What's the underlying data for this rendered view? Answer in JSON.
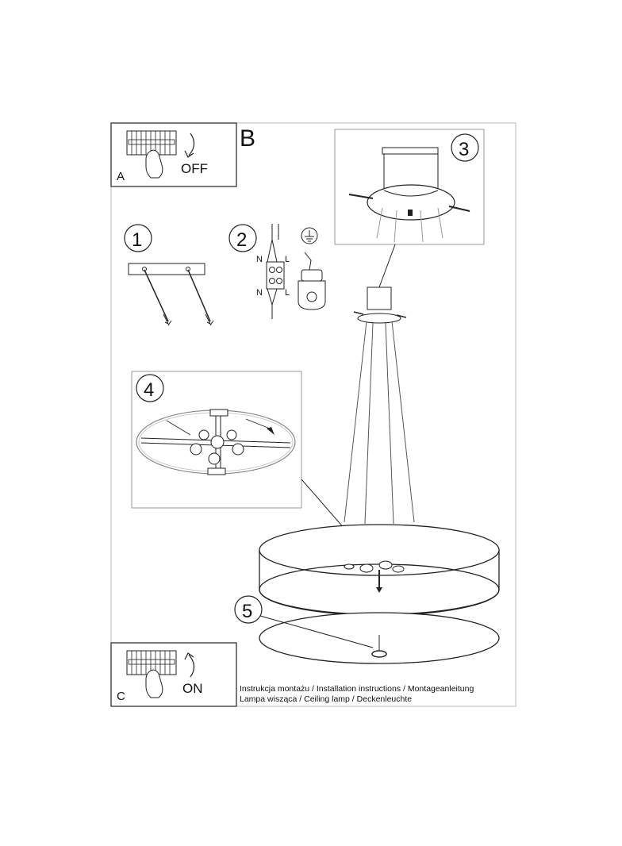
{
  "panels": {
    "a": {
      "letter": "A",
      "action": "OFF"
    },
    "b": {
      "letter": "B"
    },
    "c": {
      "letter": "C",
      "action": "ON"
    }
  },
  "steps": [
    "1",
    "2",
    "3",
    "4",
    "5"
  ],
  "terminal_labels": {
    "neutral": "N",
    "live": "L"
  },
  "footer": {
    "line1": "Instrukcja montażu / Installation instructions / Montageanleitung",
    "line2": "Lampa wisząca / Ceiling lamp / Deckenleuchte"
  }
}
